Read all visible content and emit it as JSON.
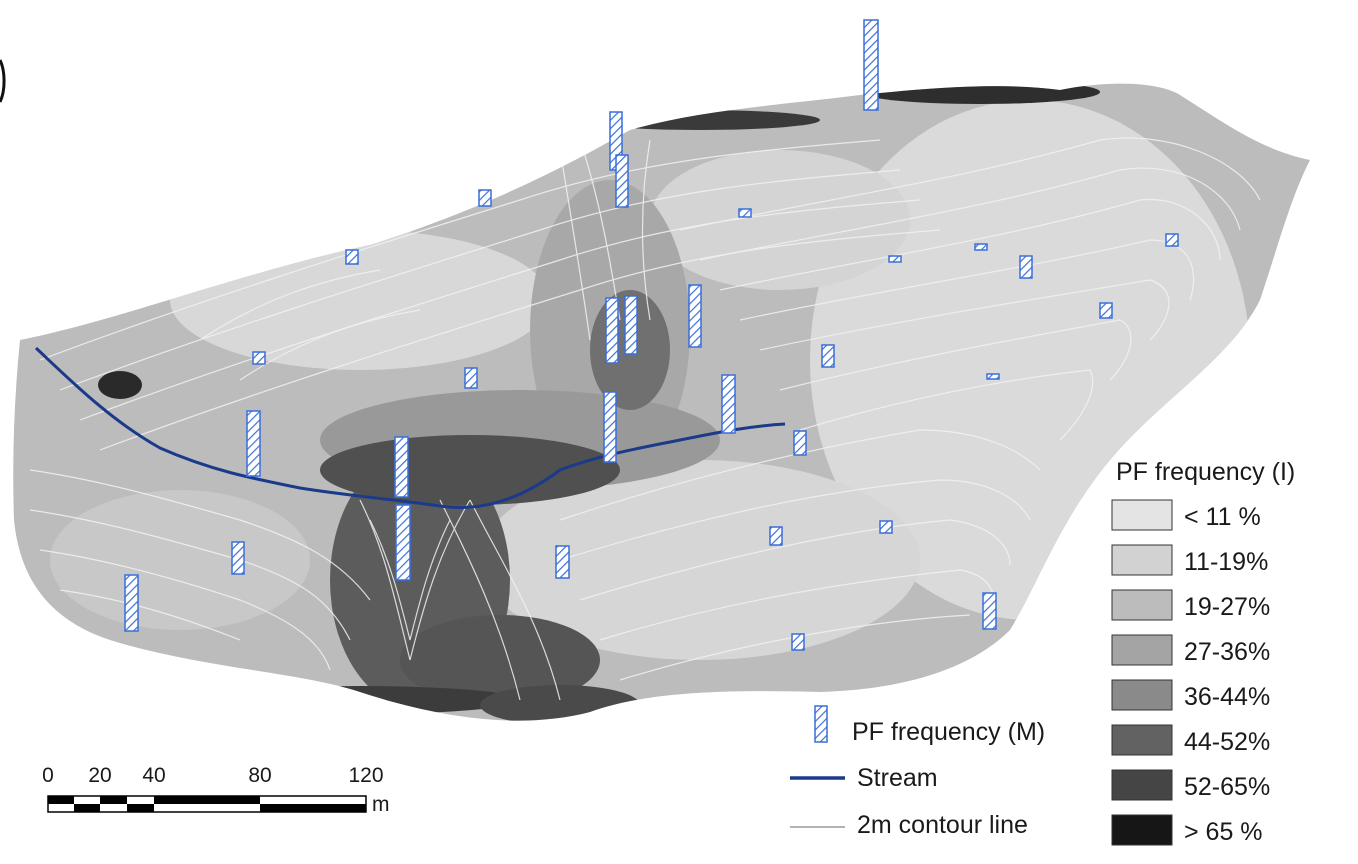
{
  "legend_pf_i": {
    "title": "PF frequency (I)",
    "classes": [
      {
        "label": "<  11 %",
        "color": "#e4e4e4"
      },
      {
        "label": "11-19%",
        "color": "#d2d2d2"
      },
      {
        "label": "19-27%",
        "color": "#bcbcbc"
      },
      {
        "label": "27-36%",
        "color": "#a4a4a4"
      },
      {
        "label": "36-44%",
        "color": "#8a8a8a"
      },
      {
        "label": "44-52%",
        "color": "#626262"
      },
      {
        "label": "52-65%",
        "color": "#454545"
      },
      {
        "label": ">  65 %",
        "color": "#161616"
      }
    ]
  },
  "legend_symbols": {
    "pf_m_label": "PF frequency (M)",
    "stream_label": "Stream",
    "contour_label": "2m contour line",
    "stream_color": "#1c3a8a",
    "bar_color": "#3a6fd8"
  },
  "scale_bar": {
    "ticks": [
      "0",
      "20",
      "40",
      "80",
      "120"
    ],
    "unit": "m"
  }
}
